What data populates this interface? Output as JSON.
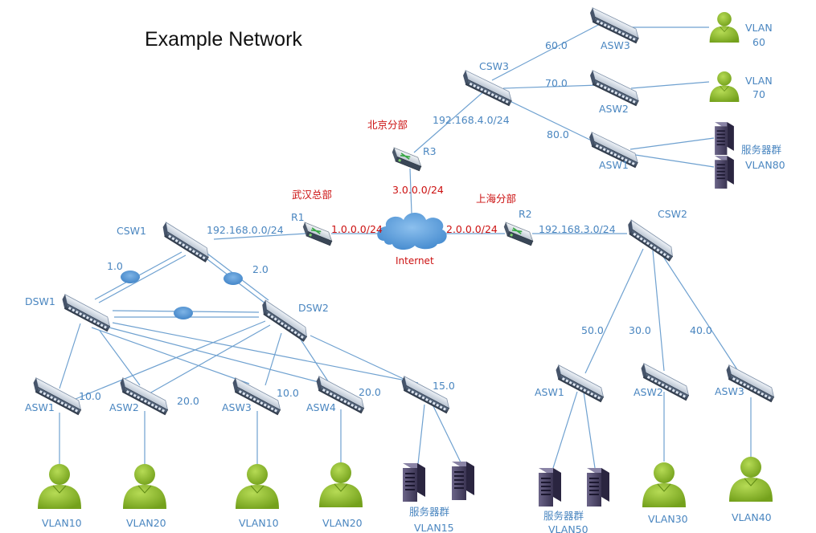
{
  "title": "Example Network",
  "colors": {
    "link": "#6fa1d0",
    "label_blue": "#4a86c0",
    "label_red": "#cc1111",
    "cloud": "#5b9bd5",
    "user": "#8dba2a",
    "server": "#4b4566"
  },
  "routers": {
    "r1": {
      "name": "R1",
      "site": "武汉总部"
    },
    "r2": {
      "name": "R2",
      "site": "上海分部"
    },
    "r3": {
      "name": "R3",
      "site": "北京分部"
    }
  },
  "internet": {
    "label": "Internet"
  },
  "wan_links": {
    "r1_inet": "1.0.0.0/24",
    "r2_inet": "2.0.0.0/24",
    "r3_inet": "3.0.0.0/24"
  },
  "lan_links": {
    "csw1_r1": "192.168.0.0/24",
    "r2_csw2": "192.168.3.0/24",
    "r3_csw3": "192.168.4.0/24"
  },
  "wuhan": {
    "csw1": "CSW1",
    "dsw1": "DSW1",
    "dsw2": "DSW2",
    "uplink1": "1.0",
    "uplink2": "2.0",
    "asw1": "ASW1",
    "asw2": "ASW2",
    "asw3": "ASW3",
    "asw4": "ASW4",
    "asw1_net": "10.0",
    "asw2_net": "20.0",
    "asw3_net": "10.0",
    "asw4_net": "20.0",
    "asw5_net": "15.0",
    "vlans": [
      "VLAN10",
      "VLAN20",
      "VLAN10",
      "VLAN20"
    ],
    "server_group": "服务器群",
    "server_vlan": "VLAN15"
  },
  "shanghai": {
    "csw2": "CSW2",
    "asw1": "ASW1",
    "asw2": "ASW2",
    "asw3": "ASW3",
    "asw1_net": "50.0",
    "asw2_net": "30.0",
    "asw3_net": "40.0",
    "server_group": "服务器群",
    "server_vlan": "VLAN50",
    "vlans": [
      "VLAN30",
      "VLAN40"
    ]
  },
  "beijing": {
    "csw3": "CSW3",
    "asw3": "ASW3",
    "asw2": "ASW2",
    "asw1": "ASW1",
    "asw3_net": "60.0",
    "asw2_net": "70.0",
    "asw1_net": "80.0",
    "vlan60": [
      "VLAN",
      "60"
    ],
    "vlan70": [
      "VLAN",
      "70"
    ],
    "server_group": "服务器群",
    "server_vlan": "VLAN80"
  }
}
